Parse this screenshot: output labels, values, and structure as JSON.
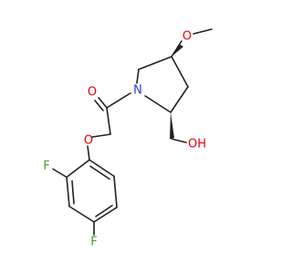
{
  "molecule": {
    "colors": {
      "bond": "#222222",
      "oxygen": "#e8000b",
      "nitrogen": "#2a3bd6",
      "fluorine": "#4a9a20",
      "background": "#ffffff"
    },
    "atoms": {
      "o_methoxy": "O",
      "o_carbonyl": "O",
      "n_ring": "N",
      "o_ether": "O",
      "oh": "OH",
      "f_ortho": "F",
      "f_para": "F"
    }
  }
}
